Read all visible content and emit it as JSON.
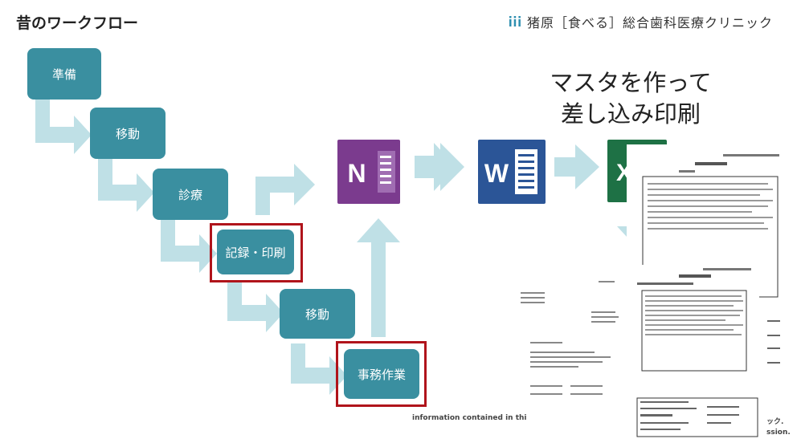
{
  "title": "昔のワークフロー",
  "clinic_name": "猪原［食べる］総合歯科医療クリニック",
  "steps": [
    "準備",
    "移動",
    "診療",
    "記録・印刷",
    "移動",
    "事務作業"
  ],
  "caption": {
    "line1": "マスタを作って",
    "line2": "差し込み印刷"
  },
  "apps": {
    "onenote_letter": "N",
    "word_letter": "W",
    "excel_letter": "X"
  },
  "footer_text": "information contained in thi",
  "corner_text": {
    "top": "ック.",
    "bottom": "ssion."
  },
  "colors": {
    "step": "#3a8fa0",
    "arrow": "#bfe0e6",
    "highlight": "#b0141b",
    "onenote": "#7b3b8e",
    "word": "#2b5597",
    "excel": "#1e7145"
  }
}
